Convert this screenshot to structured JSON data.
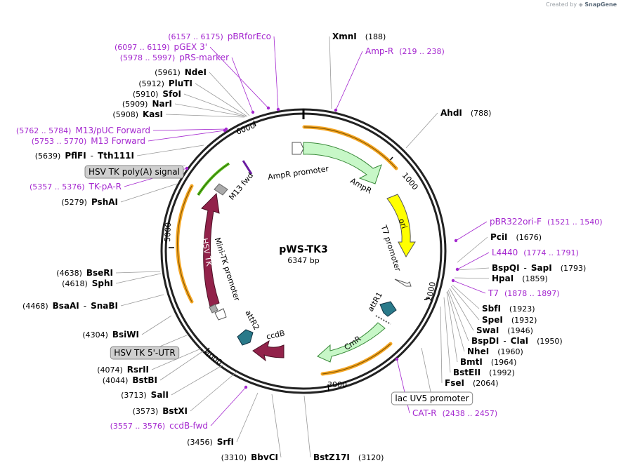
{
  "header": {
    "credit_prefix": "Created by",
    "credit_brand": "SnapGene"
  },
  "plasmid": {
    "name": "pWS-TK3",
    "length_label": "6347 bp",
    "total_bp": 6347
  },
  "colors": {
    "site": "#000000",
    "primer": "#a427cf",
    "leader": "#888888",
    "ori": "#ffff00",
    "amp": "#c7f7c7",
    "cmr": "#c7f7c7",
    "orange": "#f5a623",
    "ccdb": "#92224a",
    "hsv": "#92224a",
    "attr": "#2a7a8a",
    "green_arrow": "#5fbf1f"
  },
  "ticks": [
    "1000",
    "2000",
    "3000",
    "4000",
    "5000",
    "6000"
  ],
  "labels": [
    {
      "kind": "primer",
      "range": "(6157 .. 6175)",
      "name": "pBRforEco"
    },
    {
      "kind": "primer",
      "range": "(6097 .. 6119)",
      "name": "pGEX 3'"
    },
    {
      "kind": "primer",
      "range": "(5978 .. 5997)",
      "name": "pRS-marker"
    },
    {
      "kind": "site",
      "pos": "(5961)",
      "name": "NdeI"
    },
    {
      "kind": "site",
      "pos": "(5912)",
      "name": "PluTI"
    },
    {
      "kind": "site",
      "pos": "(5910)",
      "name": "SfoI"
    },
    {
      "kind": "site",
      "pos": "(5909)",
      "name": "NarI"
    },
    {
      "kind": "site",
      "pos": "(5908)",
      "name": "KasI"
    },
    {
      "kind": "primer",
      "range": "(5762 .. 5784)",
      "name": "M13/pUC Forward"
    },
    {
      "kind": "primer",
      "range": "(5753 .. 5770)",
      "name": "M13 Forward"
    },
    {
      "kind": "site2",
      "pos": "(5639)",
      "name": "PflFI",
      "name2": "Tth111I"
    },
    {
      "kind": "feature",
      "name": "HSV TK poly(A) signal"
    },
    {
      "kind": "primer",
      "range": "(5357 .. 5376)",
      "name": "TK-pA-R"
    },
    {
      "kind": "site",
      "pos": "(5279)",
      "name": "PshAI"
    },
    {
      "kind": "site",
      "pos": "(4638)",
      "name": "BseRI"
    },
    {
      "kind": "site",
      "pos": "(4618)",
      "name": "SphI"
    },
    {
      "kind": "site2",
      "pos": "(4468)",
      "name": "BsaAI",
      "name2": "SnaBI"
    },
    {
      "kind": "site",
      "pos": "(4304)",
      "name": "BsiWI"
    },
    {
      "kind": "feature",
      "name": "HSV TK 5'-UTR"
    },
    {
      "kind": "site",
      "pos": "(4074)",
      "name": "RsrII"
    },
    {
      "kind": "site",
      "pos": "(4044)",
      "name": "BstBI"
    },
    {
      "kind": "site",
      "pos": "(3713)",
      "name": "SalI"
    },
    {
      "kind": "site",
      "pos": "(3573)",
      "name": "BstXI"
    },
    {
      "kind": "primer",
      "range": "(3557 .. 3576)",
      "name": "ccdB-fwd"
    },
    {
      "kind": "site",
      "pos": "(3456)",
      "name": "SrfI"
    },
    {
      "kind": "site",
      "pos": "(3310)",
      "name": "BbvCI"
    },
    {
      "kind": "siteR",
      "pos": "(3120)",
      "name": "BstZ17I"
    },
    {
      "kind": "siteR",
      "pos": "(188)",
      "name": "XmnI"
    },
    {
      "kind": "primerR",
      "range": "(219 .. 238)",
      "name": "Amp-R"
    },
    {
      "kind": "siteR",
      "pos": "(788)",
      "name": "AhdI"
    },
    {
      "kind": "primerR",
      "range": "(1521 .. 1540)",
      "name": "pBR322ori-F"
    },
    {
      "kind": "siteR",
      "pos": "(1676)",
      "name": "PciI"
    },
    {
      "kind": "primerR",
      "range": "(1774 .. 1791)",
      "name": "L4440"
    },
    {
      "kind": "siteR2",
      "pos": "(1793)",
      "name": "BspQI",
      "name2": "SapI"
    },
    {
      "kind": "siteR",
      "pos": "(1859)",
      "name": "HpaI"
    },
    {
      "kind": "primerR",
      "range": "(1878 .. 1897)",
      "name": "T7"
    },
    {
      "kind": "siteR",
      "pos": "(1923)",
      "name": "SbfI"
    },
    {
      "kind": "siteR",
      "pos": "(1932)",
      "name": "SpeI"
    },
    {
      "kind": "siteR",
      "pos": "(1946)",
      "name": "SwaI"
    },
    {
      "kind": "siteR2",
      "pos": "(1950)",
      "name": "BspDI",
      "name2": "ClaI"
    },
    {
      "kind": "siteR",
      "pos": "(1960)",
      "name": "NheI"
    },
    {
      "kind": "siteR",
      "pos": "(1964)",
      "name": "BmtI"
    },
    {
      "kind": "siteR",
      "pos": "(1992)",
      "name": "BstEII"
    },
    {
      "kind": "siteR",
      "pos": "(2064)",
      "name": "FseI"
    },
    {
      "kind": "feature",
      "name": "lac UV5 promoter"
    },
    {
      "kind": "primerR",
      "range": "(2438 .. 2457)",
      "name": "CAT-R"
    }
  ],
  "inner_features": {
    "ampr_promoter": "AmpR promoter",
    "ampr": "AmpR",
    "ori": "ori",
    "t7_promoter": "T7 promoter",
    "attr1": "attR1",
    "cmr": "CmR",
    "ccdb": "ccdB",
    "attr2": "attR2",
    "mini_tk": "Mini-TK promoter",
    "hsv_tk": "HSV TK",
    "m13_fwd": "M13 fwd"
  }
}
